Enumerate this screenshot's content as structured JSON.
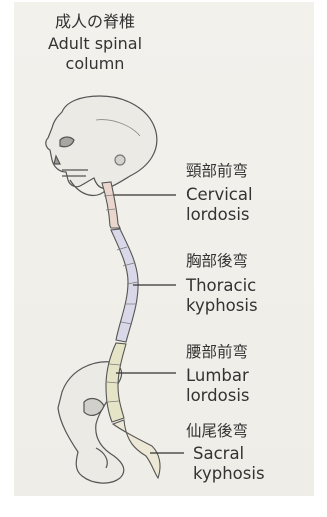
{
  "title": {
    "jp": "成人の脊椎",
    "en_line1": "Adult spinal",
    "en_line2": "column"
  },
  "regions": [
    {
      "jp": "頸部前弯",
      "en_line1": "Cervical",
      "en_line2": "lordosis",
      "color": "#ead6cc"
    },
    {
      "jp": "胸部後弯",
      "en_line1": "Thoracic",
      "en_line2": "kyphosis",
      "color": "#d8d8e8"
    },
    {
      "jp": "腰部前弯",
      "en_line1": "Lumbar",
      "en_line2": "lordosis",
      "color": "#e6e4c6"
    },
    {
      "jp": "仙尾後弯",
      "en_line1": "Sacral",
      "en_line2": "kyphosis",
      "color": "#ede8d6"
    }
  ],
  "colors": {
    "text": "#333333",
    "outline": "#555555",
    "bone": "#eceae4"
  }
}
